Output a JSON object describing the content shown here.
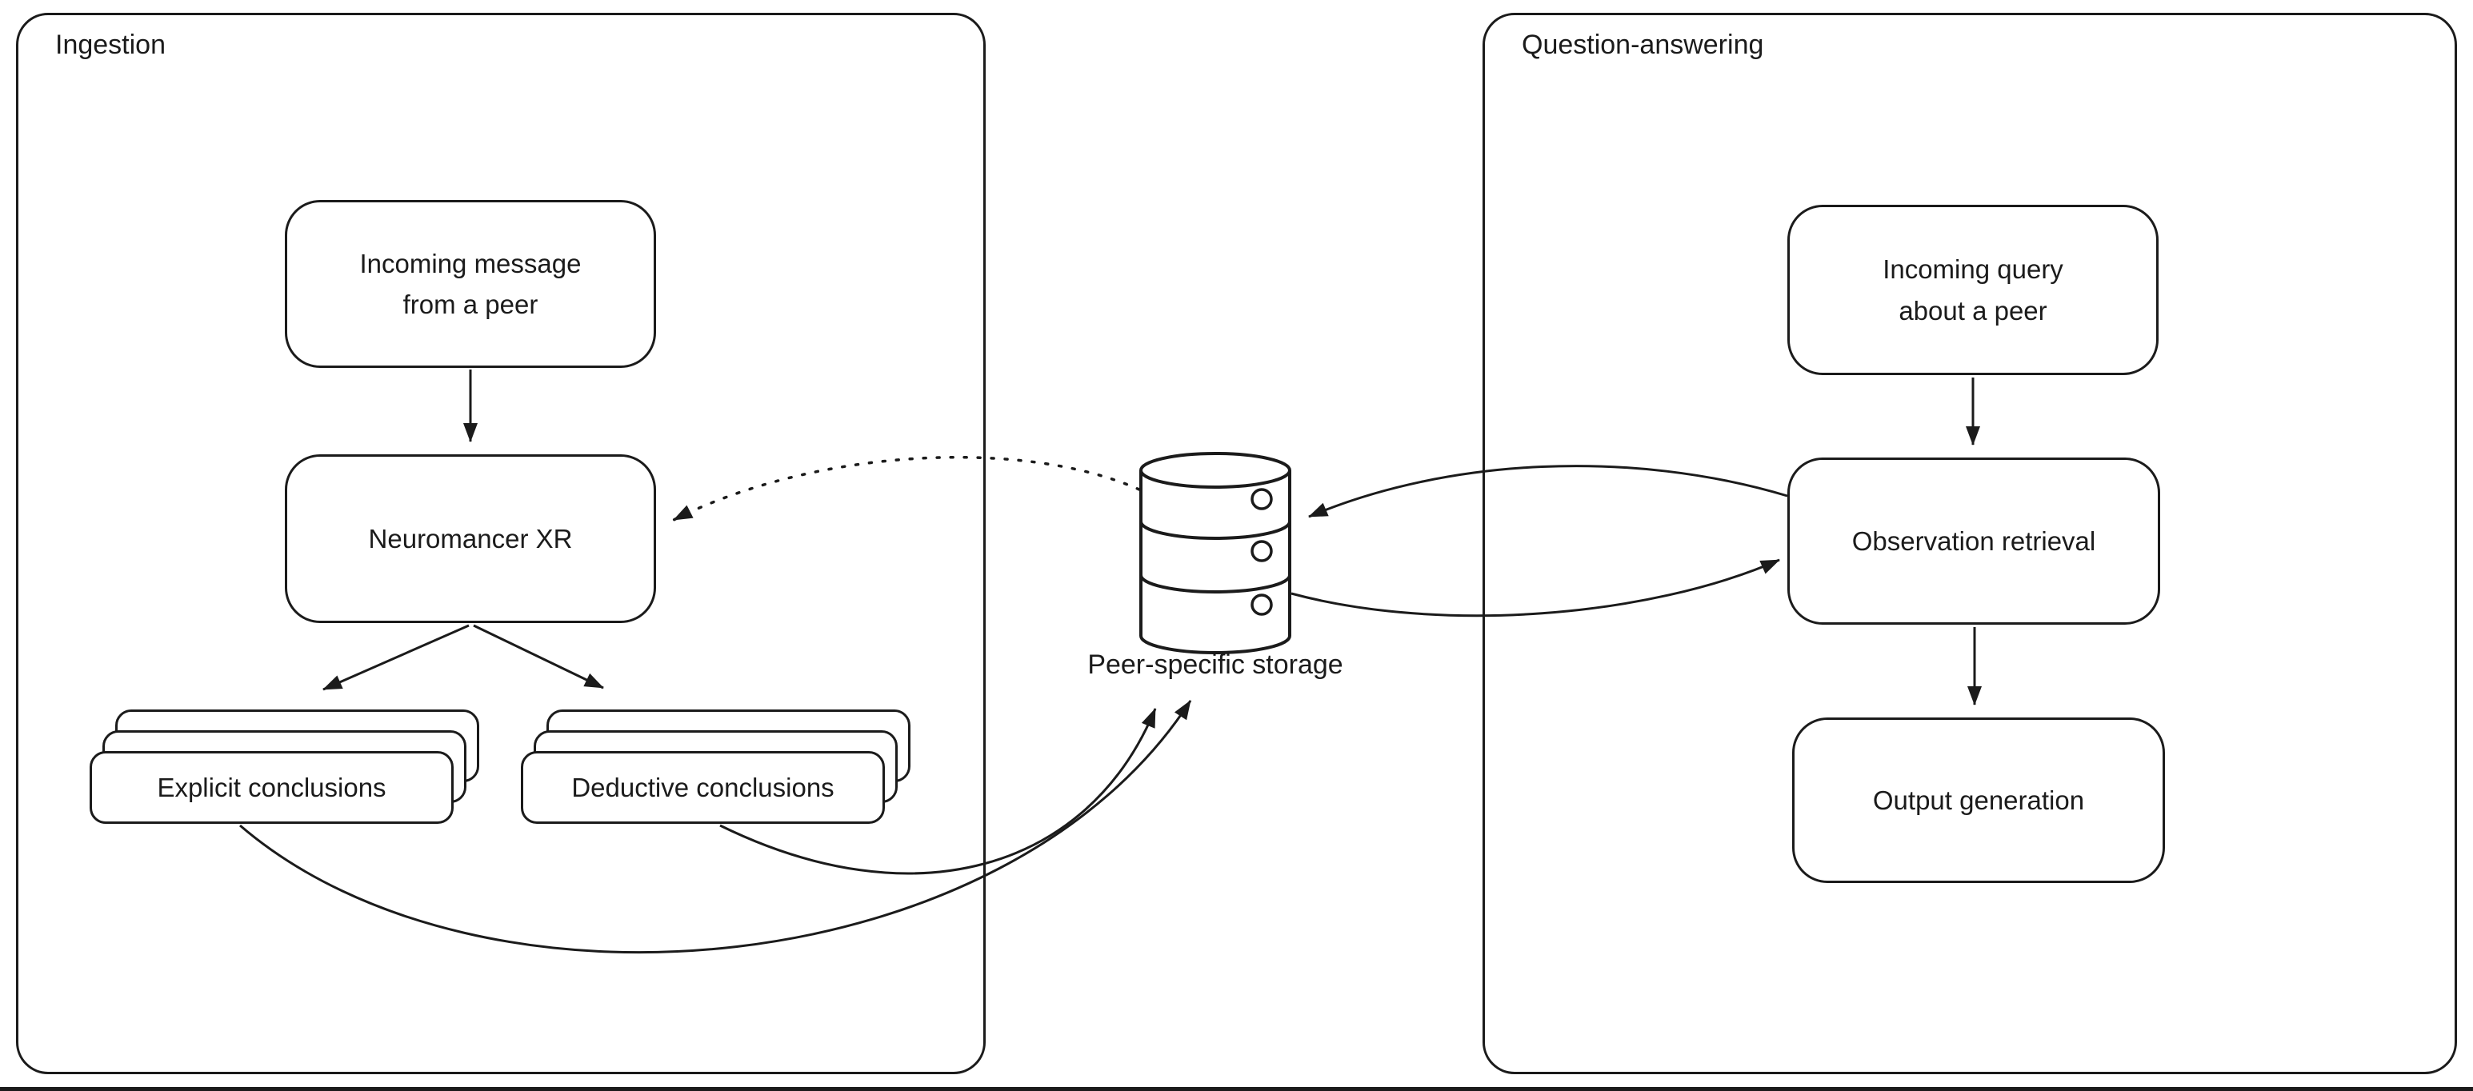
{
  "groups": {
    "ingestion": {
      "label": "Ingestion"
    },
    "question_answering": {
      "label": "Question-answering"
    }
  },
  "nodes": {
    "incoming_message": {
      "label": "Incoming message\nfrom a peer"
    },
    "neuromancer": {
      "label": "Neuromancer XR"
    },
    "explicit_conclusions": {
      "label": "Explicit conclusions"
    },
    "deductive_conclusions": {
      "label": "Deductive conclusions"
    },
    "peer_storage": {
      "label": "Peer-specific storage"
    },
    "incoming_query": {
      "label": "Incoming query\nabout a peer"
    },
    "observation_retrieval": {
      "label": "Observation retrieval"
    },
    "output_generation": {
      "label": "Output generation"
    }
  },
  "edges": [
    {
      "from": "incoming_message",
      "to": "neuromancer",
      "style": "solid"
    },
    {
      "from": "neuromancer",
      "to": "explicit_conclusions",
      "style": "solid"
    },
    {
      "from": "neuromancer",
      "to": "deductive_conclusions",
      "style": "solid"
    },
    {
      "from": "explicit_conclusions",
      "to": "peer_storage",
      "style": "solid"
    },
    {
      "from": "deductive_conclusions",
      "to": "peer_storage",
      "style": "solid"
    },
    {
      "from": "peer_storage",
      "to": "neuromancer",
      "style": "dotted"
    },
    {
      "from": "observation_retrieval",
      "to": "peer_storage",
      "style": "solid"
    },
    {
      "from": "peer_storage",
      "to": "observation_retrieval",
      "style": "solid"
    },
    {
      "from": "incoming_query",
      "to": "observation_retrieval",
      "style": "solid"
    },
    {
      "from": "observation_retrieval",
      "to": "output_generation",
      "style": "solid"
    }
  ],
  "colors": {
    "stroke": "#1b1b1b",
    "node_fill": "#ffffff",
    "text": "#1b1b1b",
    "background": "#ffffff"
  }
}
